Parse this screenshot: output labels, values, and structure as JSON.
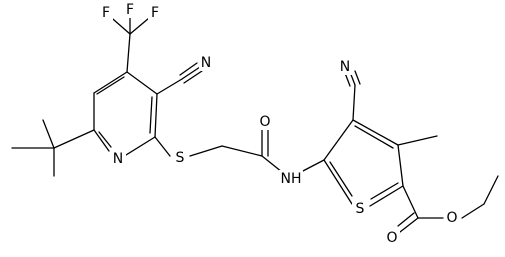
{
  "molecule": {
    "atoms": {
      "F_a": "F",
      "F_b": "F",
      "F_c": "F",
      "N_nitrile_1": "N",
      "N_pyridine": "N",
      "S_thioether": "S",
      "O_amide": "O",
      "N_nitrile_2": "N",
      "NH_amide": "NH",
      "S_thiophene": "S",
      "O_ester_ether": "O",
      "O_ester_carbonyl": "O"
    }
  }
}
